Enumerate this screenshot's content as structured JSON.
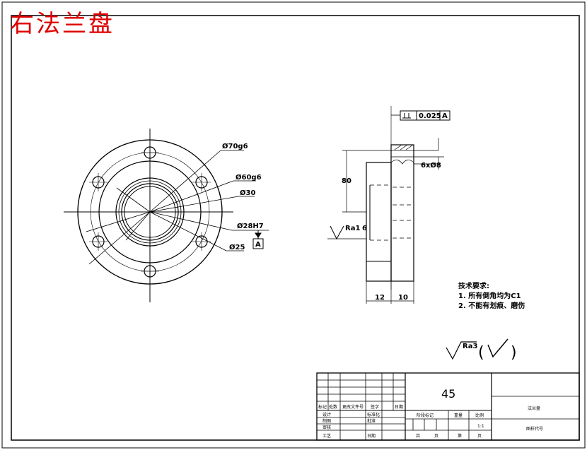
{
  "title": "右法兰盘",
  "front_view": {
    "dims": {
      "d70": "Ø70g6",
      "d60": "Ø60g6",
      "d30": "Ø30",
      "d28": "Ø28H7",
      "d25": "Ø25"
    },
    "datum": "A"
  },
  "side_view": {
    "tolerance": {
      "value": "0.025",
      "datum": "A"
    },
    "holes": "6xØ8",
    "height": "80",
    "roughness": "Ra1",
    "roughness_value": "6",
    "width_left": "12",
    "width_right": "10"
  },
  "tech_requirements": {
    "heading": "技术要求:",
    "items": [
      "1. 所有倒角均为C1",
      "2. 不能有划痕、磨伤"
    ]
  },
  "general_roughness": {
    "label": "Ra3",
    "bracket_open": "(",
    "bracket_close": ")"
  },
  "title_block": {
    "material": "45",
    "part_name": "法兰盘",
    "drawing_no": "图样代号",
    "revision_headers": [
      "标记",
      "处数",
      "更改文件号",
      "签字",
      "日期"
    ],
    "rows": [
      "设计",
      "制图",
      "审核",
      "工艺"
    ],
    "std": "标准化",
    "approve": "批准",
    "date": "日期",
    "stage_label": "阶段标记",
    "weight_label": "重量",
    "scale_label": "比例",
    "scale_value": "1:1",
    "sheet_total": "共",
    "sheet_unit": "页",
    "sheet_no": "第",
    "sheet_unit2": "页"
  }
}
